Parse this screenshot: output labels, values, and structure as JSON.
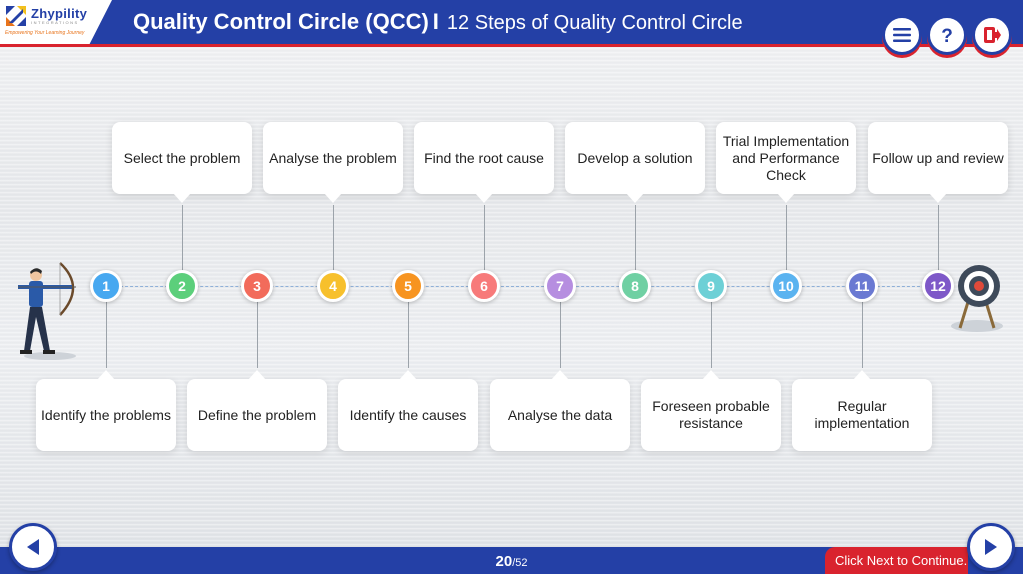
{
  "logo": {
    "name": "Zhypility",
    "subtitle": "INTEGRATIONS",
    "tagline": "Empowering Your Learning Journey"
  },
  "header": {
    "title": "Quality Control Circle (QCC)",
    "separator": "I",
    "subtitle": "12 Steps of Quality Control Circle",
    "buttons": [
      {
        "icon": "menu-icon"
      },
      {
        "icon": "help-icon"
      },
      {
        "icon": "exit-icon"
      }
    ]
  },
  "steps": [
    {
      "num": "1",
      "label": "Identify the problems",
      "color": "#47a8f0",
      "position": "bottom"
    },
    {
      "num": "2",
      "label": "Select the problem",
      "color": "#5ccf7b",
      "position": "top"
    },
    {
      "num": "3",
      "label": "Define the problem",
      "color": "#f26b5b",
      "position": "bottom"
    },
    {
      "num": "4",
      "label": "Analyse the problem",
      "color": "#f7c02c",
      "position": "top"
    },
    {
      "num": "5",
      "label": "Identify the causes",
      "color": "#f79420",
      "position": "bottom"
    },
    {
      "num": "6",
      "label": "Find the root cause",
      "color": "#f77a7a",
      "position": "top"
    },
    {
      "num": "7",
      "label": "Analyse the data",
      "color": "#b68ee0",
      "position": "bottom"
    },
    {
      "num": "8",
      "label": "Develop a solution",
      "color": "#6fd0a3",
      "position": "top"
    },
    {
      "num": "9",
      "label": "Foreseen probable resistance",
      "color": "#6dd0d6",
      "position": "bottom"
    },
    {
      "num": "10",
      "label": "Trial Implementation and Performance Check",
      "color": "#5ab3f0",
      "position": "top"
    },
    {
      "num": "11",
      "label": "Regular implementation",
      "color": "#6a79d2",
      "position": "bottom"
    },
    {
      "num": "12",
      "label": "Follow up and review",
      "color": "#7e58c8",
      "position": "top"
    }
  ],
  "footer": {
    "page_current": "20",
    "page_total": "/52",
    "next_hint": "Click Next to Continue."
  },
  "colors": {
    "header_blue": "#2440a6",
    "accent_red": "#d9232e"
  }
}
